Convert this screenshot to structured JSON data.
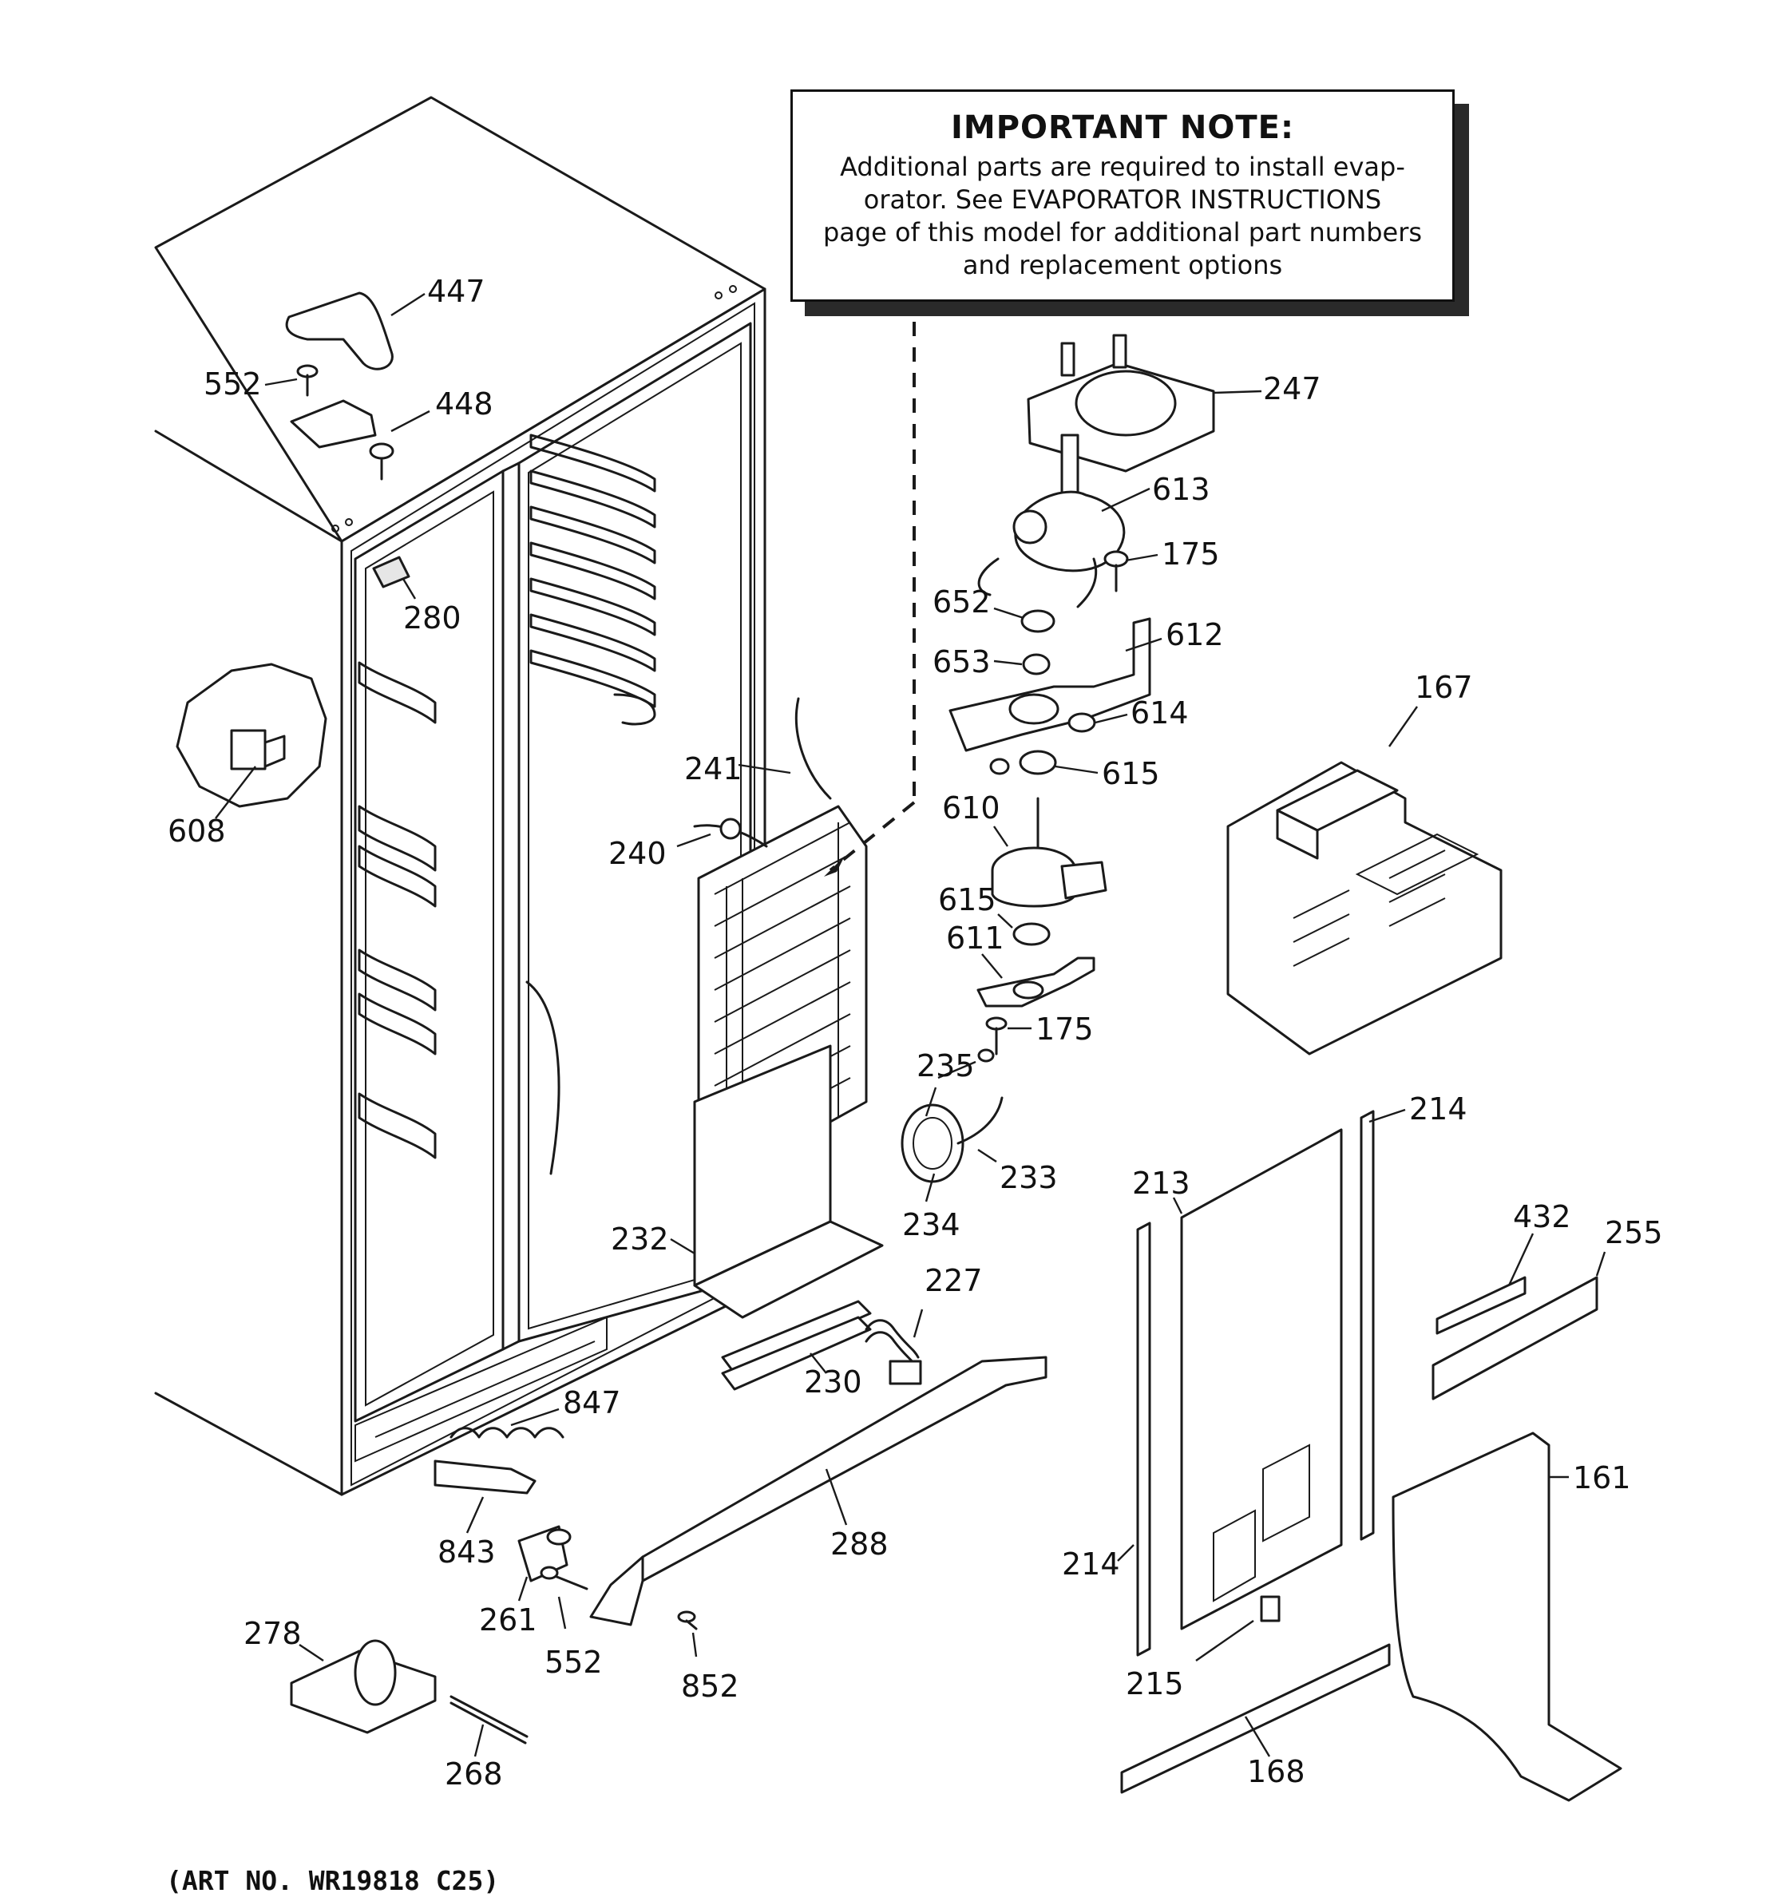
{
  "note": {
    "title": "IMPORTANT NOTE:",
    "lines": [
      "Additional parts are required to install evap-",
      "orator.  See EVAPORATOR INSTRUCTIONS",
      "page of this model for additional part numbers",
      "and replacement options"
    ]
  },
  "art_number": "(ART NO. WR19818 C25)",
  "callouts": [
    "447",
    "552",
    "448",
    "280",
    "608",
    "241",
    "240",
    "247",
    "613",
    "175",
    "652",
    "612",
    "653",
    "614",
    "615",
    "610",
    "615",
    "611",
    "175",
    "235",
    "233",
    "234",
    "232",
    "227",
    "230",
    "847",
    "843",
    "288",
    "261",
    "552",
    "852",
    "278",
    "268",
    "167",
    "214",
    "213",
    "214",
    "215",
    "168",
    "432",
    "255",
    "161"
  ]
}
